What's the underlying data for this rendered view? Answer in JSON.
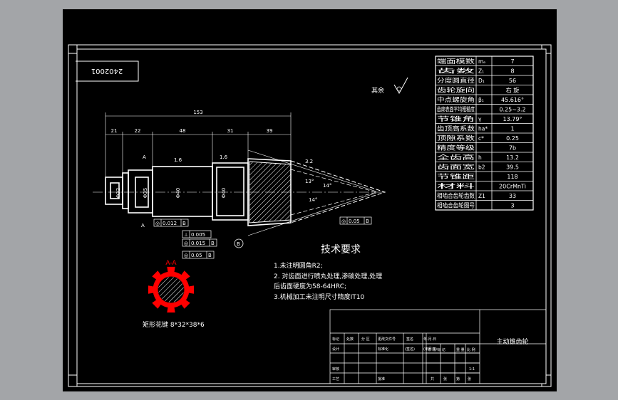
{
  "drawing_number": "2402001",
  "surface_finish_note": "其余",
  "technical_requirements": {
    "title": "技术要求",
    "lines": [
      "1.未注明圆角R2;",
      "2. 对齿面进行喷丸处理,渗碳处理,处理",
      "后齿面硬度为58-64HRC;",
      "3.机械加工未注明尺寸精度IT10"
    ]
  },
  "section_label": "A-A",
  "spline_label": "矩形花键 8*32*38*6",
  "part_name": "主动锥齿轮",
  "dimensions": {
    "overall": "153",
    "d1": "21",
    "d2": "22",
    "d3": "48",
    "d4": "31",
    "d5": "39",
    "angle1": "13°",
    "angle2": "14°",
    "angle3": "14°",
    "rough1": "1.6",
    "rough2": "1.6",
    "rough3": "3.2",
    "dia1": "Φ32",
    "dia2": "Φ35",
    "dia3": "Φ40",
    "dia4": "Φ40",
    "section_mark": "A",
    "datum": "B"
  },
  "tolerances": [
    {
      "sym": "◎",
      "val": "0.012",
      "ref": "B"
    },
    {
      "sym": "⊥",
      "val": "0.005",
      "ref": ""
    },
    {
      "sym": "◎",
      "val": "0.015",
      "ref": "B"
    },
    {
      "sym": "◎",
      "val": "0.05",
      "ref": "B"
    },
    {
      "sym": "◎",
      "val": "0.05",
      "ref": "B"
    }
  ],
  "param_table": [
    {
      "name": "端面模数",
      "sym": "mₑ",
      "val": "7"
    },
    {
      "name": "齿数",
      "sym": "Z₁",
      "val": "8"
    },
    {
      "name": "分度圆直径",
      "sym": "D₁",
      "val": "56"
    },
    {
      "name": "齿轮旋向",
      "sym": "",
      "val": "右 旋"
    },
    {
      "name": "中点螺旋角",
      "sym": "β₁",
      "val": "45.616°"
    },
    {
      "name": "齿廓表面平均粗糙度",
      "sym": "",
      "val": "0.25~3.2"
    },
    {
      "name": "节锥角",
      "sym": "γ",
      "val": "13.79°"
    },
    {
      "name": "齿顶高系数",
      "sym": "ha*",
      "val": "1"
    },
    {
      "name": "顶隙系数",
      "sym": "c*",
      "val": "0.25"
    },
    {
      "name": "精度等级",
      "sym": "",
      "val": "7b"
    },
    {
      "name": "全齿高",
      "sym": "h",
      "val": "13.2"
    },
    {
      "name": "齿面宽",
      "sym": "b2",
      "val": "39.5"
    },
    {
      "name": "节锥距",
      "sym": "",
      "val": "118"
    },
    {
      "name": "材料",
      "sym": "",
      "val": "20CrMnTi"
    },
    {
      "name": "相啮合齿轮齿数",
      "sym": "Z1",
      "val": "33"
    },
    {
      "name": "相啮合齿轮图号",
      "sym": "",
      "val": "3"
    }
  ],
  "title_block": {
    "row1": [
      "标记",
      "处数",
      "分 区",
      "更改文件号",
      "签名",
      "年.月.日"
    ],
    "row2": [
      "设计",
      "",
      "",
      "标准化",
      "(签名)",
      "(年月日)"
    ],
    "row3": [
      "审核",
      "",
      "",
      "",
      "",
      ""
    ],
    "row4": [
      "工艺",
      "",
      "",
      "批准",
      "",
      ""
    ],
    "stage_labels": [
      "阶 段 标 记",
      "重 量",
      "比 例"
    ],
    "scale": "1:1",
    "sheet_info": [
      "共",
      "张",
      "第",
      "张"
    ]
  },
  "colors": {
    "line": "#ffffff",
    "section_fill": "#ff0000",
    "hatch": "#ffffff",
    "background": "#000000",
    "frame_outer": "#a3a5a8"
  }
}
